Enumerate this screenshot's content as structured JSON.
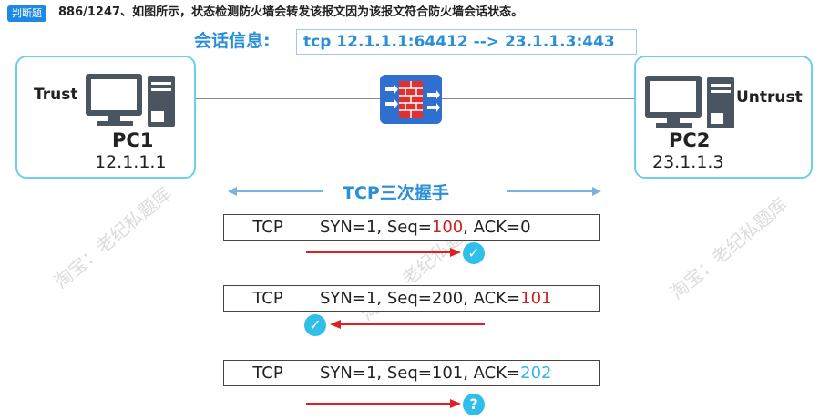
{
  "question": {
    "tag": "判断题",
    "text": "886/1247、如图所示，状态检测防火墙会转发该报文因为该报文符合防火墙会话状态。"
  },
  "session": {
    "label": "会话信息:",
    "value": "tcp  12.1.1.1:64412 --> 23.1.1.3:443"
  },
  "left": {
    "zone": "Trust",
    "name": "PC1",
    "ip": "12.1.1.1"
  },
  "right": {
    "zone": "Untrust",
    "name": "PC2",
    "ip": "23.1.1.3"
  },
  "handshake_title": "TCP三次握手",
  "packets": [
    {
      "proto": "TCP",
      "prefix": "SYN=1, Seq=",
      "seq": "100",
      "mid": ", ACK=",
      "ack": "0",
      "highlight": "seq",
      "result": "✓"
    },
    {
      "proto": "TCP",
      "prefix": "SYN=1, Seq=",
      "seq": "200",
      "mid": ", ACK=",
      "ack": "101",
      "highlight": "ack-red",
      "result": "✓"
    },
    {
      "proto": "TCP",
      "prefix": "SYN=1, Seq=",
      "seq": "101",
      "mid": ", ACK=",
      "ack": "202",
      "highlight": "ack-cyan",
      "result": "?"
    }
  ],
  "watermark": "淘宝：老纪私题库",
  "colors": {
    "accent_blue": "#2a8fd8",
    "red": "#cc1f1f",
    "cyan": "#2fb8e4",
    "zone_border": "#6bd0e8"
  }
}
